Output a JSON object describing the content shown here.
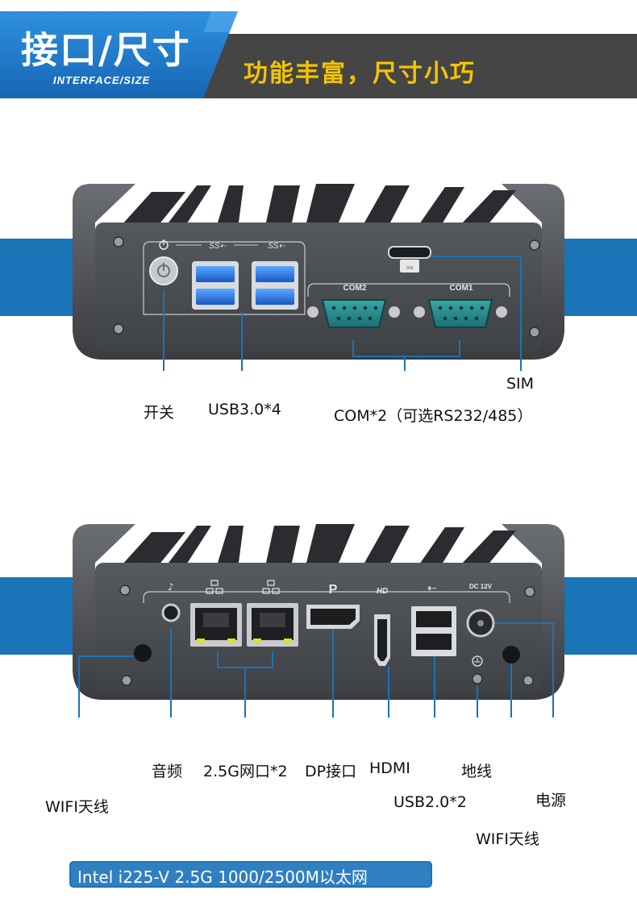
{
  "header": {
    "title": "接口/尺寸",
    "subtitle": "INTERFACE/SIZE",
    "slogan": "功能丰富，尺寸小巧"
  },
  "front_panel": {
    "port_marks": {
      "usb3_a": "SS⇠",
      "usb3_b": "SS⇠",
      "com2": "COM2",
      "com1": "COM1",
      "sim_card": "SIM"
    },
    "labels": {
      "power_switch": "开关",
      "usb3": "USB3.0*4",
      "com": "COM*2（可选RS232/485）",
      "sim": "SIM"
    }
  },
  "rear_panel": {
    "port_marks": {
      "dp": "P",
      "hdmi": "HD",
      "dc": "DC 12V"
    },
    "labels": {
      "audio": "音频",
      "lan": "2.5G网口*2",
      "dp": "DP接口",
      "hdmi": "HDMI",
      "ground": "地线",
      "power": "电源",
      "usb2": "USB2.0*2",
      "wifi_left": "WIFI天线",
      "wifi_right": "WIFI天线"
    },
    "nic_note": "Intel i225-V  2.5G  1000/2500M以太网"
  },
  "colors": {
    "accent_blue": "#1b73b8",
    "header_dark": "#454545",
    "slogan_yellow": "#f5c400",
    "case_gray": "#4a4d52"
  }
}
